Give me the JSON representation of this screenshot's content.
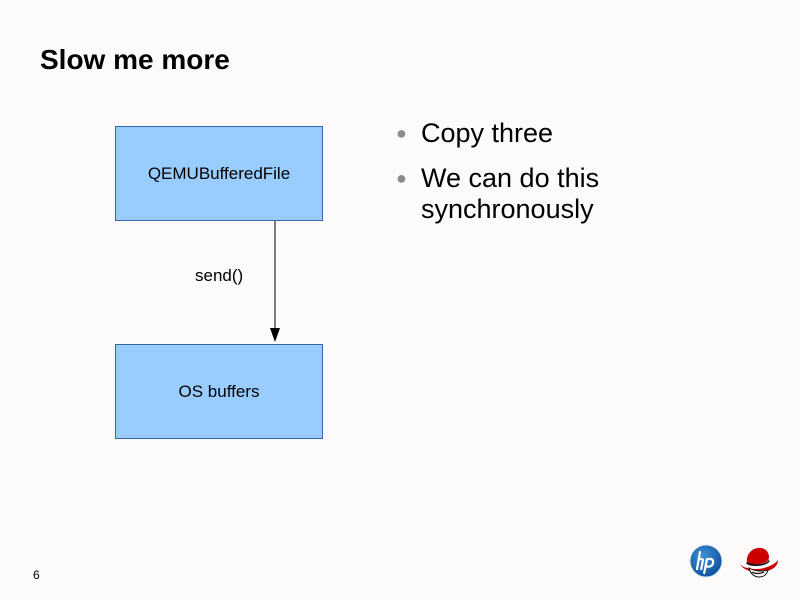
{
  "slide": {
    "title": "Slow me more",
    "page_number": "6"
  },
  "diagram": {
    "top_box_label": "QEMUBufferedFile",
    "bottom_box_label": "OS buffers",
    "edge_label": "send()",
    "box_fill": "#99ccff",
    "box_border": "#3465a4"
  },
  "bullets": [
    "Copy three",
    "We can do this synchronously"
  ],
  "logos": {
    "hp": "hp-logo-icon",
    "redhat": "red-hat-logo-icon"
  }
}
